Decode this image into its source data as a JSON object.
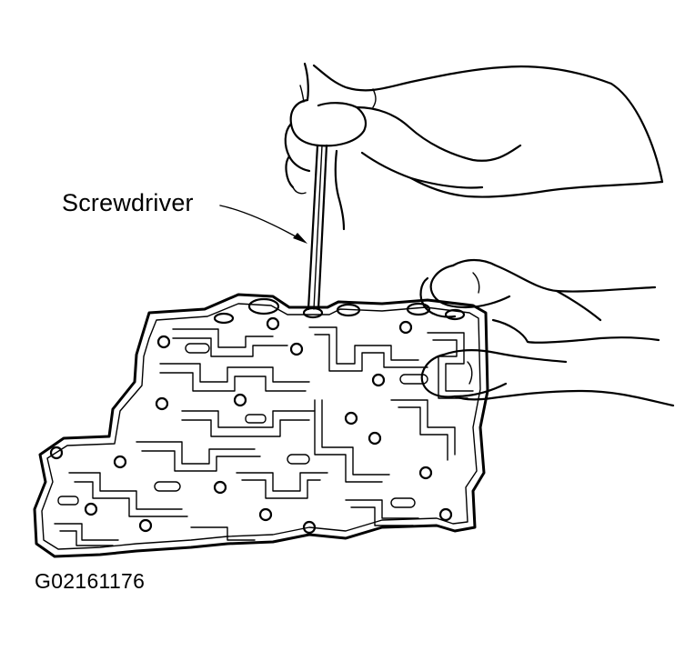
{
  "figure": {
    "callout_label": "Screwdriver",
    "figure_id": "G02161176"
  },
  "colors": {
    "ink": "#000000",
    "paper": "#ffffff"
  },
  "icons": [
    "valve-body-illustration",
    "screwdriver-illustration",
    "hands-illustration",
    "callout-arrow"
  ]
}
